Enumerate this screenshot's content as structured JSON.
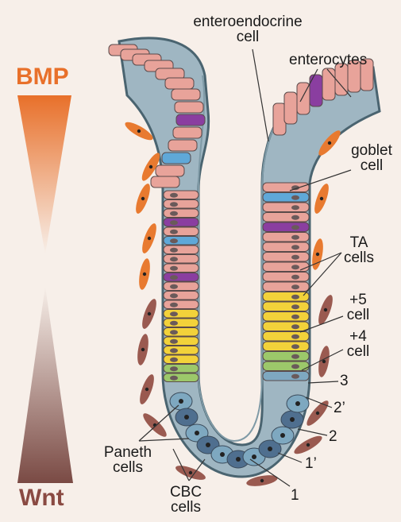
{
  "gradient": {
    "top_label": "BMP",
    "bottom_label": "Wnt",
    "top_color": "#e8702a",
    "bottom_color": "#7a4a44"
  },
  "labels": {
    "enteroendocrine": [
      "enteroendocrine",
      "cell"
    ],
    "enterocytes": "enterocytes",
    "goblet": [
      "goblet",
      "cell"
    ],
    "ta": [
      "TA",
      "cells"
    ],
    "plus5": [
      "+5",
      "cell"
    ],
    "plus4": [
      "+4",
      "cell"
    ],
    "num3": "3",
    "num2p": "2’",
    "num2": "2",
    "num1p": "1’",
    "num1": "1",
    "paneth": [
      "Paneth",
      "cells"
    ],
    "cbc": [
      "CBC",
      "cells"
    ]
  },
  "colors": {
    "enterocyte": "#e8a39a",
    "enteroendocrine": "#5fa8d8",
    "goblet": "#8a3ea0",
    "ta_cell": "#f2d23a",
    "plus4_cell": "#9cc86a",
    "cbc_cell": "#7ea8c0",
    "paneth_cell": "#4f6f8f",
    "fibroblast_top": "#e87a30",
    "fibroblast_bottom": "#9a5a50"
  }
}
